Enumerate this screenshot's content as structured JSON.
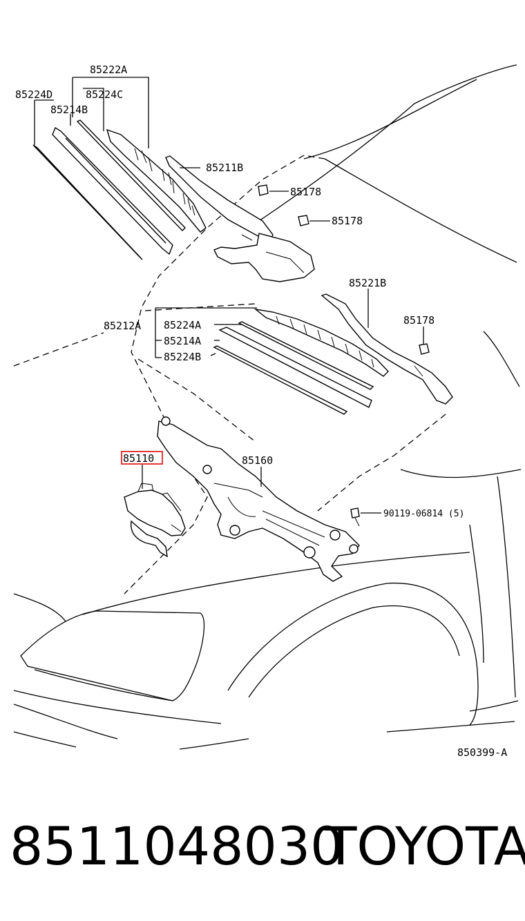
{
  "diagram": {
    "labels": {
      "p85222A": "85222A",
      "p85224D": "85224D",
      "p85224C": "85224C",
      "p85214B": "85214B",
      "p85211B": "85211B",
      "p85178_1": "85178",
      "p85178_2": "85178",
      "p85221B": "85221B",
      "p85178_3": "85178",
      "p85212A": "85212A",
      "p85224A": "85224A",
      "p85214A": "85214A",
      "p85224B": "85224B",
      "p85110": "85110",
      "p85160": "85160",
      "p90119": "90119-06814 (5)",
      "ref": "850399-A"
    },
    "highlight_color": "#e53935"
  },
  "footer": {
    "part_number": "8511048030",
    "brand": "TOYOTA"
  }
}
